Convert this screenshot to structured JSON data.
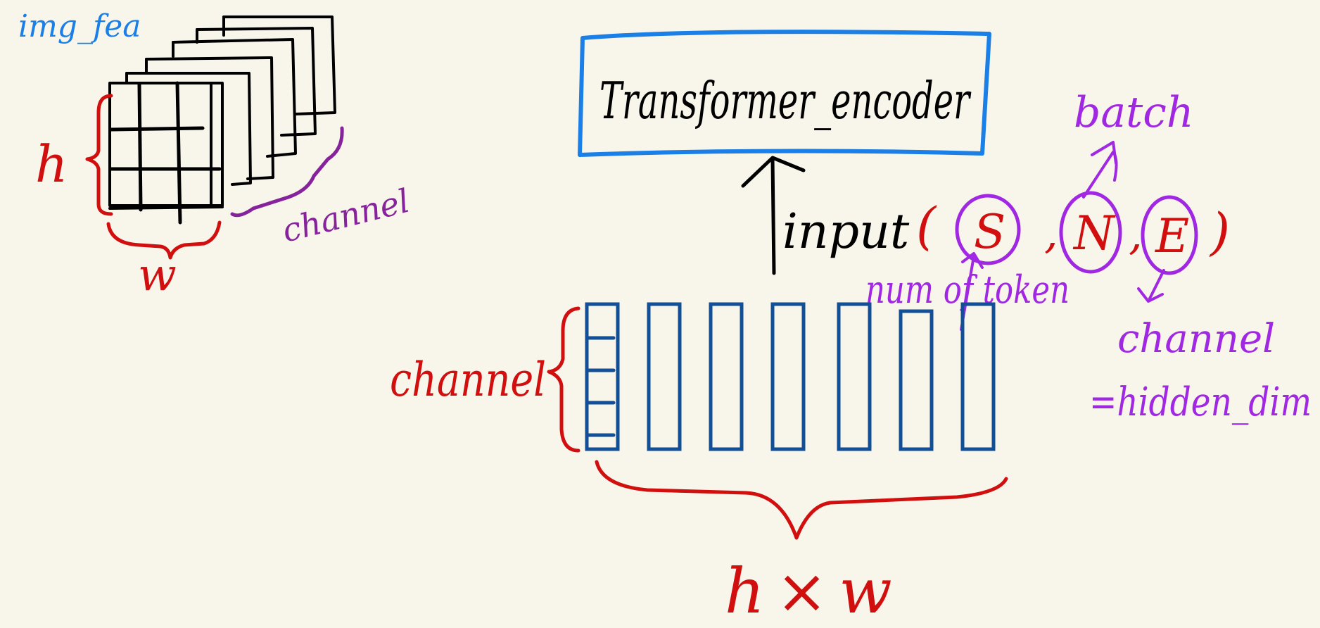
{
  "colors": {
    "background": "#f8f5ea",
    "blue_light": "#1a7fe6",
    "blue_dark": "#124f96",
    "red": "#d10f0f",
    "purple": "#a128e3",
    "purple_dark": "#86229c",
    "black": "#000000"
  },
  "labels": {
    "img_fea": "img_fea",
    "h_left": "h",
    "w_left": "w",
    "channel_stack": "channel",
    "encoder_title": "Transformer_encoder",
    "input_label": "input",
    "tuple_open": "(",
    "tuple_s": "S",
    "tuple_comma1": ",",
    "tuple_n": "N",
    "tuple_comma2": ",",
    "tuple_e": "E",
    "tuple_close": ")",
    "batch": "batch",
    "num_of_token": "num of token",
    "channel_right": "channel",
    "hidden_dim": "=hidden_dim",
    "channel_tokens": "channel",
    "hxw": "h×w"
  },
  "token_column_count": 7
}
